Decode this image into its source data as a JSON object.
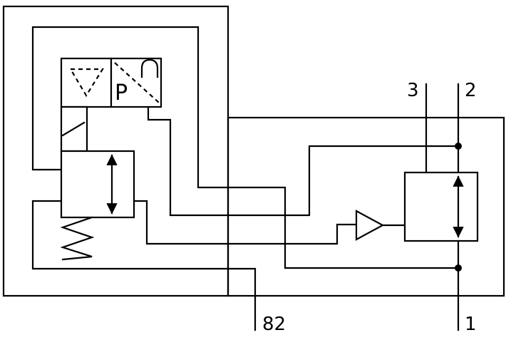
{
  "symbol": {
    "pressure_letter": "P"
  },
  "ports": {
    "port_3": "3",
    "port_2": "2",
    "port_1": "1",
    "port_82": "82"
  }
}
